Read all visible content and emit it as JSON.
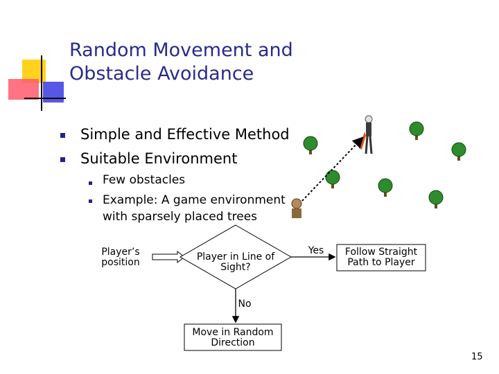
{
  "slide": {
    "title_line1": "Random Movement and",
    "title_line2": "Obstacle Avoidance",
    "bullets": [
      "Simple and Effective Method",
      "Suitable Environment"
    ],
    "sub_bullets": [
      "Few obstacles",
      "Example: A game environment",
      "with sparsely placed trees"
    ],
    "page_number": "15"
  },
  "flowchart": {
    "input_label_line1": "Player’s",
    "input_label_line2": "position",
    "decision_line1": "Player in Line of",
    "decision_line2": "Sight?",
    "yes_label": "Yes",
    "no_label": "No",
    "yes_action_line1": "Follow Straight",
    "yes_action_line2": "Path to Player",
    "no_action_line1": "Move in Random",
    "no_action_line2": "Direction"
  },
  "colors": {
    "title": "#2a2a8a",
    "bullet": "#22228a",
    "deco_yellow": "#ffd21f",
    "deco_red": "#ff5a6e",
    "deco_blue": "#3a3ae0",
    "tree": "#2e8b2e"
  }
}
